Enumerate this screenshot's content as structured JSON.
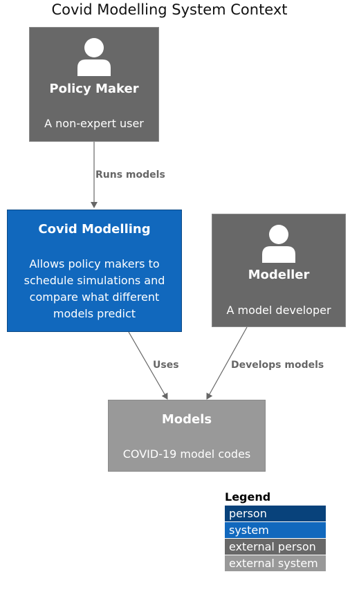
{
  "title": "Covid Modelling System Context",
  "nodes": {
    "policy_maker": {
      "name": "Policy Maker",
      "description": "A non-expert user",
      "kind": "external person",
      "icon": "person-icon"
    },
    "covid_modelling": {
      "name": "Covid Modelling",
      "description": [
        "Allows policy makers to",
        "schedule simulations and",
        "compare what different",
        "models predict"
      ],
      "kind": "system"
    },
    "modeller": {
      "name": "Modeller",
      "description": "A model developer",
      "kind": "external person",
      "icon": "person-icon"
    },
    "models": {
      "name": "Models",
      "description": "COVID-19 model codes",
      "kind": "external system"
    }
  },
  "edges": [
    {
      "from": "policy_maker",
      "to": "covid_modelling",
      "label": "Runs models"
    },
    {
      "from": "covid_modelling",
      "to": "models",
      "label": "Uses"
    },
    {
      "from": "modeller",
      "to": "models",
      "label": "Develops models"
    }
  ],
  "legend": {
    "title": "Legend",
    "items": [
      {
        "label": "person",
        "color": "#08427b"
      },
      {
        "label": "system",
        "color": "#1168bd"
      },
      {
        "label": "external person",
        "color": "#686868"
      },
      {
        "label": "external system",
        "color": "#999999"
      }
    ]
  },
  "colors": {
    "external_person": "#686868",
    "system": "#1168bd",
    "external_system": "#999999",
    "edge": "#666666"
  }
}
